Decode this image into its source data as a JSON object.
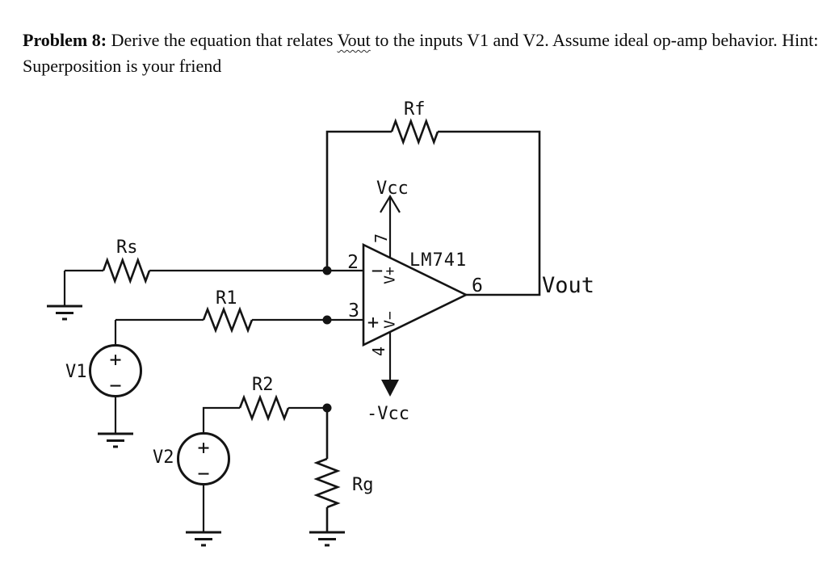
{
  "problem": {
    "bold_label": "Problem 8:",
    "segment_before": " Derive the equation that relates ",
    "vout_word": "Vout",
    "segment_after": " to the inputs V1 and V2. Assume ideal op-amp behavior. Hint: Superposition is your friend"
  },
  "circuit": {
    "ink_color": "#141414",
    "labels": {
      "rf": "Rf",
      "rs": "Rs",
      "r1": "R1",
      "r2": "R2",
      "rg": "Rg",
      "v1": "V1",
      "v2": "V2",
      "vcc": "Vcc",
      "neg_vcc": "-Vcc",
      "vout": "Vout"
    },
    "source_polarity": {
      "plus": "+",
      "minus": "−"
    },
    "opamp": {
      "part": "LM741",
      "pin_inverting": "2",
      "pin_noninverting": "3",
      "pin_output": "6",
      "pin_vplus": "7",
      "pin_vminus": "4",
      "marker_inverting": "−",
      "marker_noninverting": "+",
      "rail_plus": "V+",
      "rail_minus": "V−"
    }
  }
}
